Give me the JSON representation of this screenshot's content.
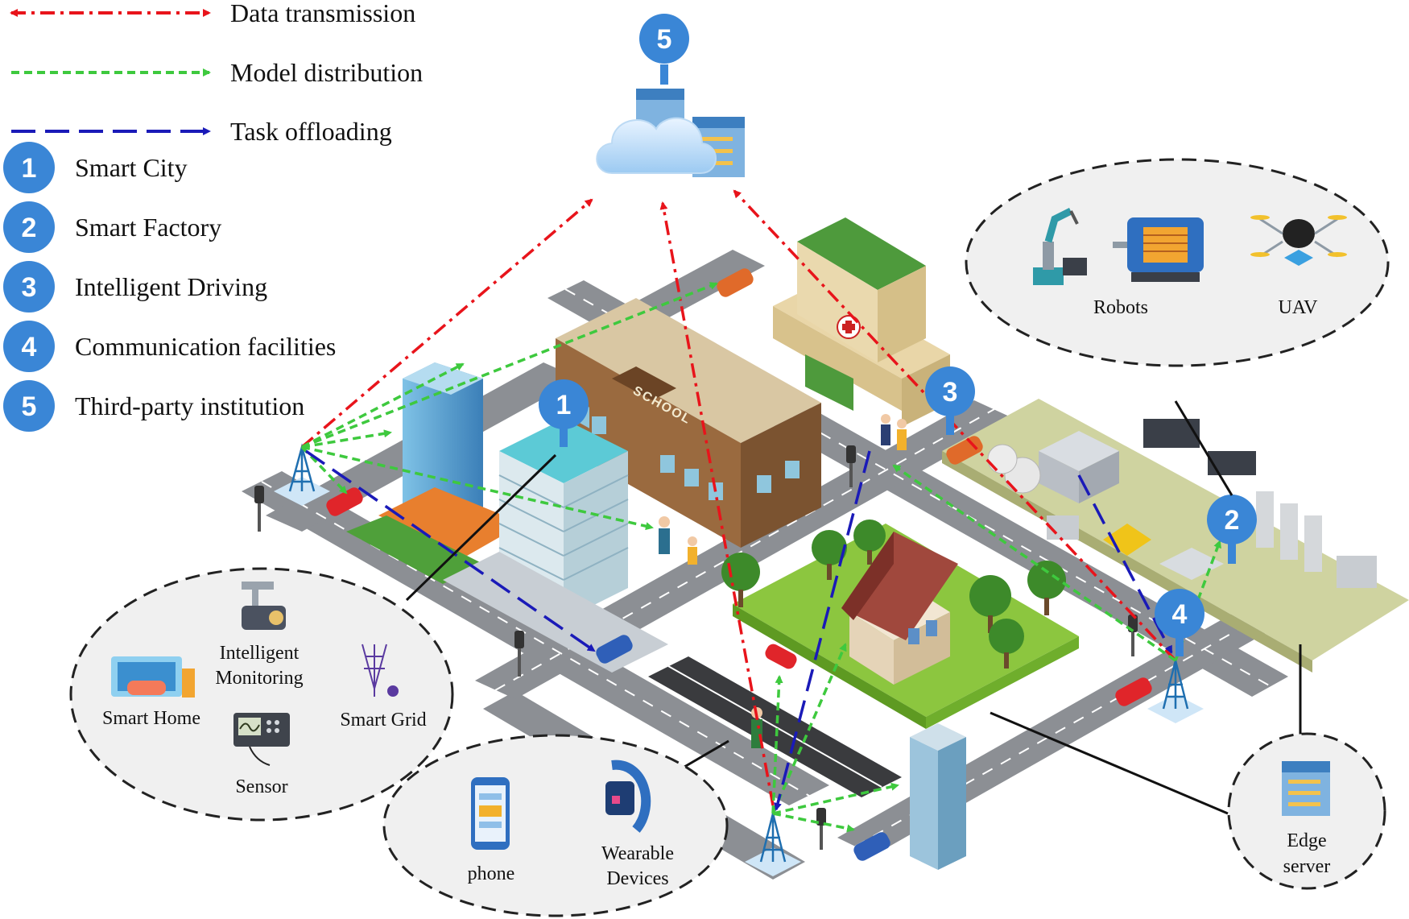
{
  "legend": {
    "arrows": [
      {
        "label": "Data transmission",
        "color": "#e8141b",
        "style": "dash-dot"
      },
      {
        "label": "Model distribution",
        "color": "#3ec93e",
        "style": "dashed"
      },
      {
        "label": "Task offloading",
        "color": "#1a1ab8",
        "style": "long-dash"
      }
    ],
    "items": [
      {
        "num": "1",
        "label": "Smart City"
      },
      {
        "num": "2",
        "label": "Smart Factory"
      },
      {
        "num": "3",
        "label": "Intelligent Driving"
      },
      {
        "num": "4",
        "label": "Communication facilities"
      },
      {
        "num": "5",
        "label": "Third-party institution"
      }
    ]
  },
  "map_badges": [
    "5",
    "1",
    "3",
    "2",
    "4"
  ],
  "school_sign": "SCHOOL",
  "callouts": {
    "smart_city": {
      "intelligent_monitoring": [
        "Intelligent",
        "Monitoring"
      ],
      "smart_home": "Smart Home",
      "smart_grid": "Smart Grid",
      "sensor": "Sensor"
    },
    "devices": {
      "phone": "phone",
      "wearable": [
        "Wearable",
        "Devices"
      ]
    },
    "factory": {
      "robots": "Robots",
      "uav": "UAV"
    },
    "edge": [
      "Edge",
      "server"
    ]
  },
  "colors": {
    "badge": "#3a86d6",
    "road": "#8c8f94",
    "grass": "#7cc43c",
    "data_transmission": "#e8141b",
    "model_distribution": "#3ec93e",
    "task_offloading": "#1a1ab8"
  },
  "icons": [
    "cloud-server-icon",
    "cell-tower-icon",
    "robot-arm-icon",
    "motor-icon",
    "drone-icon",
    "camera-icon",
    "power-tower-icon",
    "oscilloscope-icon",
    "phone-icon",
    "smartwatch-icon",
    "edge-server-icon"
  ]
}
